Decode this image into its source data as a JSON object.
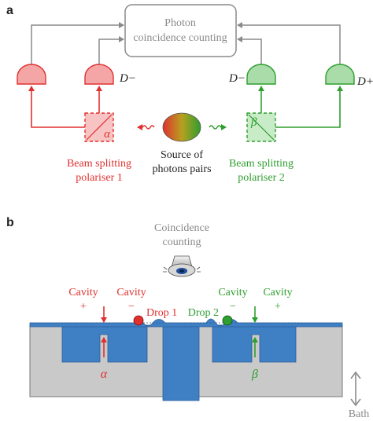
{
  "panel_a": {
    "label": "a",
    "counter": {
      "line1": "Photon",
      "line2": "coincidence counting"
    },
    "detector_labels": {
      "left_minus": "D−",
      "right_minus": "D−",
      "right_plus": "D+"
    },
    "splitters": {
      "left": {
        "symbol": "α",
        "line1": "Beam splitting",
        "line2": "polariser 1"
      },
      "right": {
        "symbol": "β",
        "line1": "Beam splitting",
        "line2": "polariser 2"
      }
    },
    "source": {
      "line1": "Source of",
      "line2": "photons pairs"
    }
  },
  "panel_b": {
    "label": "b",
    "title": {
      "line1": "Coincidence",
      "line2": "counting"
    },
    "cavities": [
      {
        "line1": "Cavity",
        "line2": "+"
      },
      {
        "line1": "Cavity",
        "line2": "−"
      },
      {
        "line1": "Cavity",
        "line2": "−"
      },
      {
        "line1": "Cavity",
        "line2": "+"
      }
    ],
    "drops": [
      {
        "label": "Drop 1"
      },
      {
        "label": "Drop 2"
      }
    ],
    "greek": {
      "left": "α",
      "right": "β"
    },
    "bath_label": "Bath"
  },
  "colors": {
    "red": "#e0302e",
    "green": "#2e9e2e",
    "gray": "#8a8a8a",
    "water": "#3f7fc4",
    "bath": "#c9c9c9"
  }
}
